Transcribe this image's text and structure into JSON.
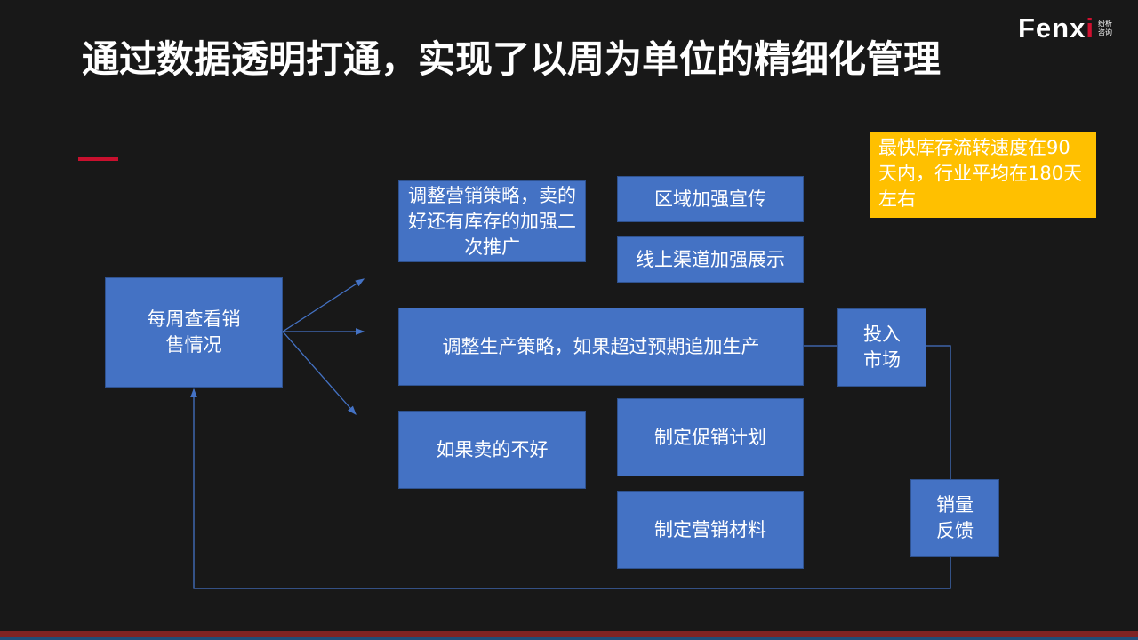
{
  "title": "通过数据透明打通，实现了以周为单位的精细化管理",
  "logo": {
    "word": "Fenx",
    "i": "i",
    "sub1": "纷析",
    "sub2": "咨询"
  },
  "note": "最快库存流转速度在90天内，行业平均在180天左右",
  "boxes": {
    "weekly": "每周查看销售情况",
    "marketing": "调整营销策略，卖的好还有库存的加强二次推广",
    "region": "区域加强宣传",
    "online": "线上渠道加强展示",
    "production": "调整生产策略，如果超过预期追加生产",
    "market": "投入市场",
    "badsales": "如果卖的不好",
    "promo": "制定促销计划",
    "material": "制定营销材料",
    "feedback": "销量反馈"
  },
  "colors": {
    "box": "#4472c4",
    "note": "#ffc000",
    "accent": "#c8102e"
  }
}
